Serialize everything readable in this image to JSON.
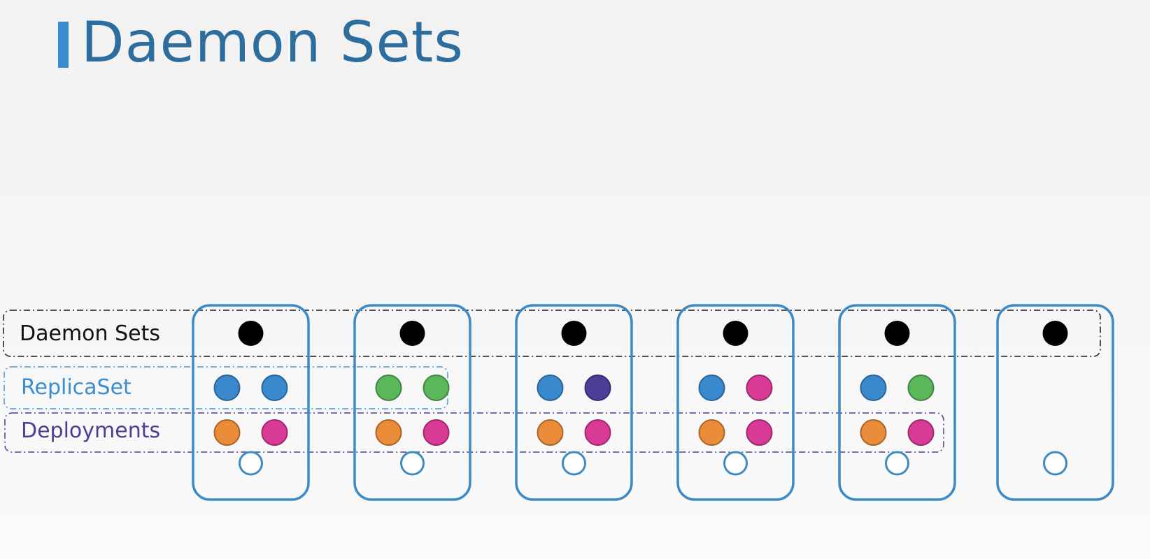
{
  "title": "Daemon Sets",
  "groups": {
    "daemon_sets": "Daemon Sets",
    "replicaset": "ReplicaSet",
    "deployments": "Deployments"
  },
  "colors": {
    "node_border": "#3d8bc6",
    "daemon_pod": "#000000",
    "blue": "#3a89cf",
    "green": "#5bb85a",
    "purple": "#4a3e97",
    "orange": "#ea8c3a",
    "magenta": "#d93a96",
    "empty_slot": "#3d8bc6"
  },
  "nodes": [
    {
      "daemon": true,
      "replicaset": [
        "blue",
        "blue"
      ],
      "deployments": [
        "orange",
        "magenta"
      ],
      "empty_slot": true
    },
    {
      "daemon": true,
      "replicaset": [
        "green",
        "green"
      ],
      "deployments": [
        "orange",
        "magenta"
      ],
      "empty_slot": true
    },
    {
      "daemon": true,
      "replicaset": [
        "blue",
        "purple"
      ],
      "deployments": [
        "orange",
        "magenta"
      ],
      "empty_slot": true
    },
    {
      "daemon": true,
      "replicaset": [
        "blue",
        "magenta"
      ],
      "deployments": [
        "orange",
        "magenta"
      ],
      "empty_slot": true
    },
    {
      "daemon": true,
      "replicaset": [
        "blue",
        "green"
      ],
      "deployments": [
        "orange",
        "magenta"
      ],
      "empty_slot": true
    },
    {
      "daemon": true,
      "replicaset": [],
      "deployments": [],
      "empty_slot": true
    }
  ]
}
